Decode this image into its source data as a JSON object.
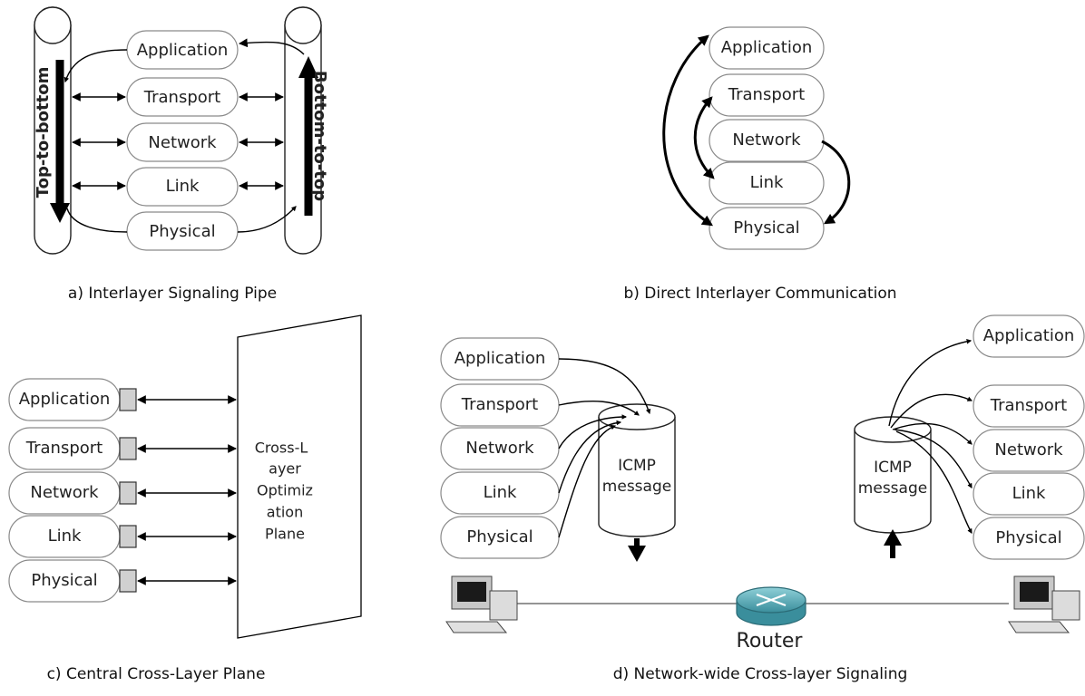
{
  "layers": [
    "Application",
    "Transport",
    "Network",
    "Link",
    "Physical"
  ],
  "panel_a": {
    "caption": "a) Interlayer Signaling Pipe",
    "left_pipe_label": "Top-to-bottom",
    "right_pipe_label": "Bottom-to-top"
  },
  "panel_b": {
    "caption": "b) Direct Interlayer Communication"
  },
  "panel_c": {
    "caption": "c) Central Cross-Layer Plane",
    "plane_lines": [
      "Cross-L",
      "ayer",
      "Optimiz",
      "ation",
      "Plane"
    ]
  },
  "panel_d": {
    "caption": "d) Network-wide Cross-layer Signaling",
    "left_message_lines": [
      "ICMP",
      "message"
    ],
    "right_message_lines": [
      "ICMP",
      "message"
    ],
    "router_label": "Router"
  }
}
